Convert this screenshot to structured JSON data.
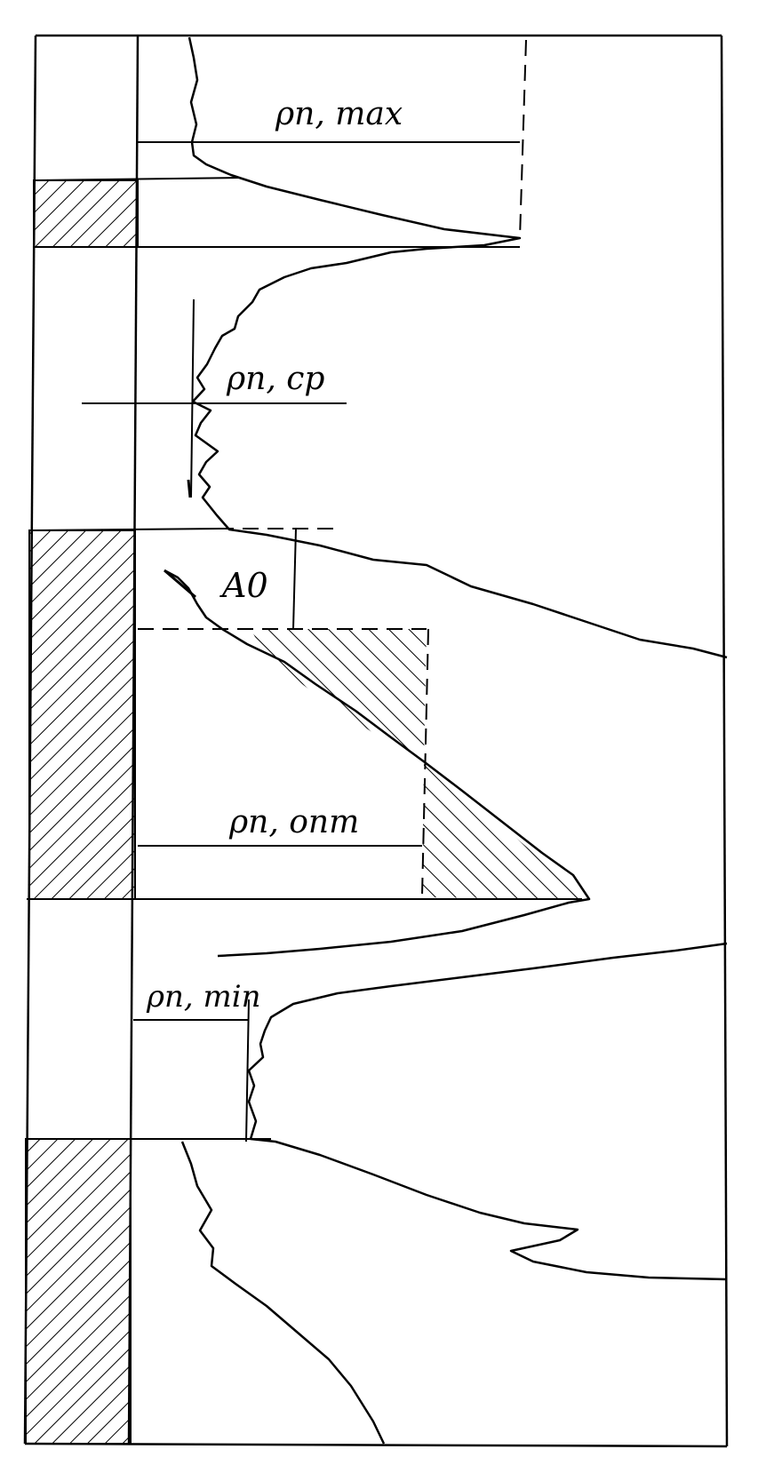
{
  "labels": {
    "rho_max": "ρn, max",
    "rho_cp": "ρn, cp",
    "ao": "A0",
    "rho_ont": "ρn, onm",
    "rho_min": "ρn, min"
  },
  "colors": {
    "ink": "#000000",
    "paper": "#ffffff"
  }
}
